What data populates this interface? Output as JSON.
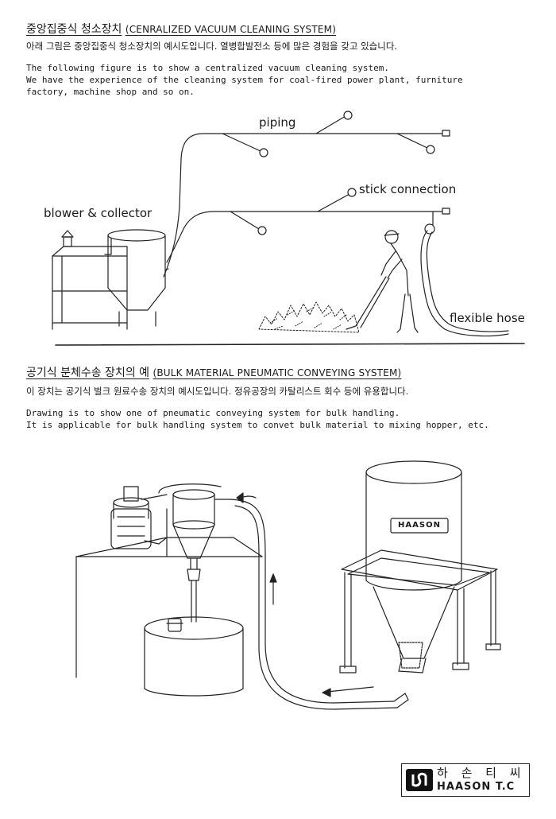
{
  "section1": {
    "heading_ko": "중앙집중식 청소장치",
    "heading_en": "(CENRALIZED VACUUM CLEANING SYSTEM)",
    "desc_ko": "아래 그림은 중앙집중식 청소장치의 예시도입니다.  열병합발전소 등에 많은 경험을 갖고 있습니다.",
    "desc_en": [
      "The following figure is to show a centralized vacuum cleaning system.",
      "We have the experience of the cleaning system for coal-fired power plant, furniture",
      "factory, machine shop and so on."
    ],
    "labels": {
      "piping": "piping",
      "stick_connection": "stick connection",
      "blower_collector": "blower & collector",
      "flexible_hose": "flexible hose"
    }
  },
  "section2": {
    "heading_ko": "공기식 분체수송 장치의 예",
    "heading_en": "(BULK MATERIAL PNEUMATIC CONVEYING SYSTEM)",
    "desc_ko": "이 장치는 공기식 벌크 원료수송 장치의 예시도입니다. 정유공장의 카탈리스트 회수 등에 유용합니다.",
    "desc_en": [
      "Drawing is to show one of pneumatic conveying system for bulk handling.",
      "It is applicable for bulk handling system to convet bulk material to mixing hopper, etc."
    ],
    "tank_brand": "HAASON"
  },
  "logo": {
    "name_ko": "하 손 티 씨",
    "name_en": "HAASON T.C"
  }
}
